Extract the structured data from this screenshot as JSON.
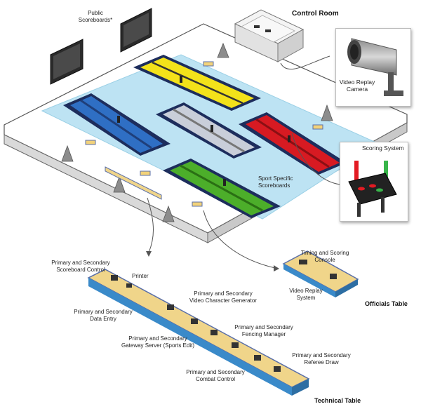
{
  "labels": {
    "public_scoreboards": "Public\nScoreboards*",
    "control_room": "Control Room",
    "video_replay_camera": "Video Replay\nCamera",
    "scoring_system": "Scoring System",
    "sport_specific_scoreboards": "Sport Specific\nScoreboards",
    "timing_scoring_console": "Timing and Scoring\nConsole",
    "video_replay_system": "Video Replay\nSystem",
    "officials_table": "Officials Table",
    "primary_secondary_scoreboard_control": "Primary and Secondary\nScoreboard Control",
    "printer": "Printer",
    "video_character_generator": "Primary and Secondary\nVideo Character Generator",
    "data_entry": "Primary and Secondary\nData Entry",
    "fencing_manager": "Primary and Secondary\nFencing Manager",
    "gateway_server": "Primary and Secondary\nGateway Server (Sports Edit)",
    "referee_draw": "Primary and Secondary\nReferee Draw",
    "combat_control": "Primary and Secondary\nCombat Control",
    "technical_table": "Technical Table"
  },
  "colors": {
    "arena_floor": "#ffffff",
    "venue_light": "#bde3f3",
    "piste_border": "#1d2d5c",
    "piste_yellow": "#f3e21a",
    "piste_blue": "#2f6fc4",
    "piste_silver": "#c9ced9",
    "piste_red": "#d71a22",
    "piste_green": "#4cae2a",
    "table_top": "#f0d58a",
    "table_side": "#3a8ac9",
    "scoring_red": "#e31b23",
    "scoring_green": "#38b54a"
  }
}
